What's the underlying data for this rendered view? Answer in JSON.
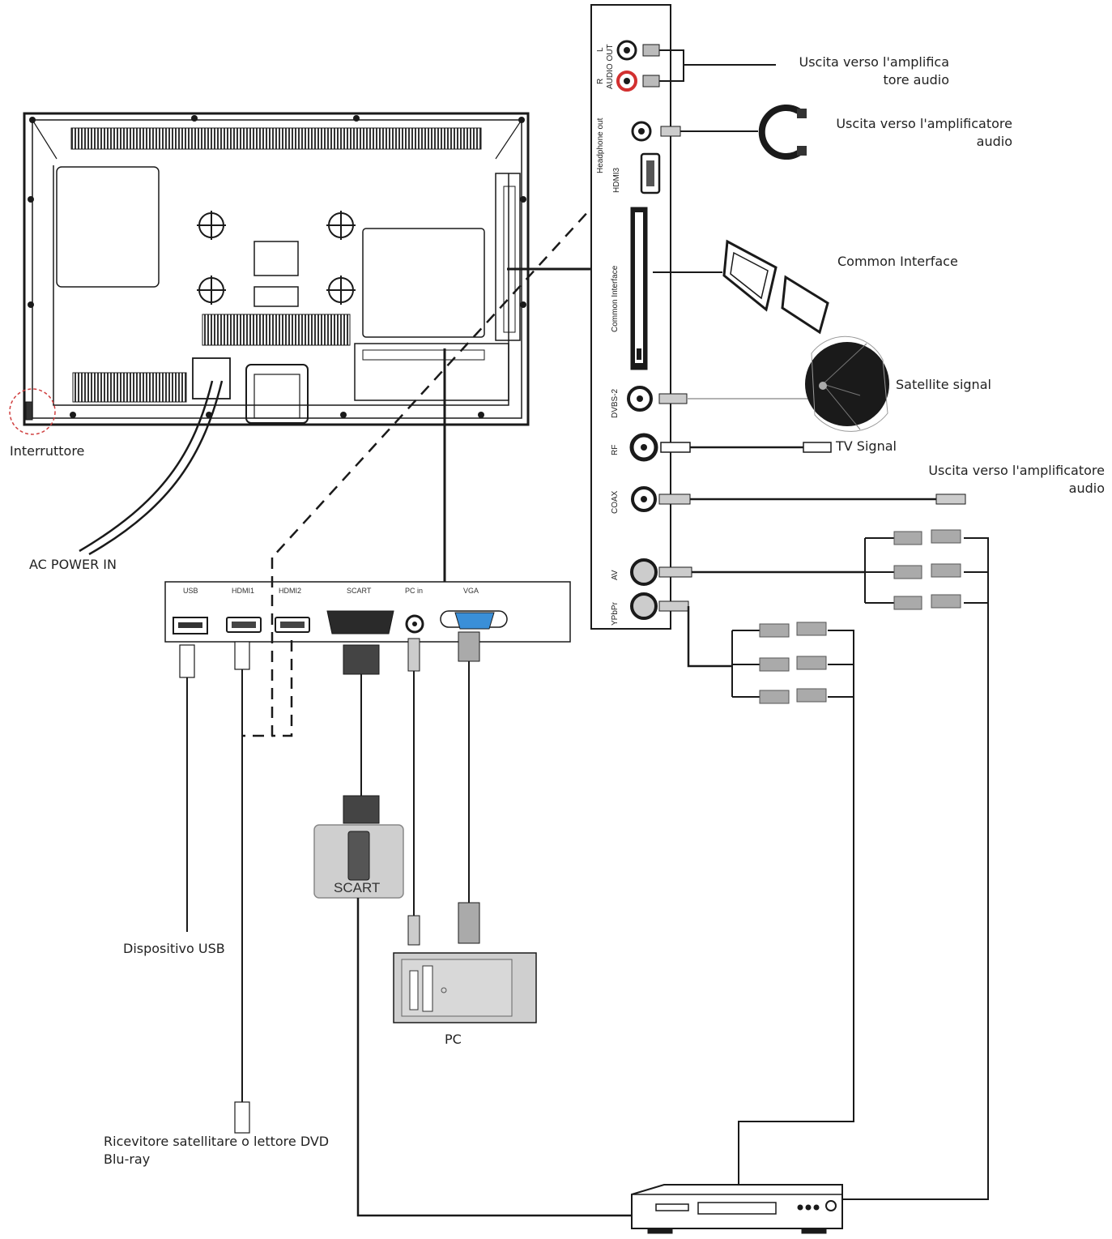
{
  "labels": {
    "audio_out_amp": [
      "Uscita verso l'amplifica",
      "tore audio"
    ],
    "headphone_amp": [
      "Uscita verso l'amplificatore",
      "audio"
    ],
    "common_interface": "Common Interface",
    "satellite": "Satellite signal",
    "tv_signal": "TV Signal",
    "coax_amp": [
      "Uscita verso l'amplificatore",
      "audio"
    ],
    "switch": "Interruttore",
    "ac_power": "AC POWER IN",
    "usb_device": "Dispositivo USB",
    "receiver": [
      "Ricevitore satellitare o lettore DVD",
      "Blu-ray"
    ],
    "pc": "PC",
    "scart_device": "SCART"
  },
  "side_panel_ports": [
    "AUDIO OUT",
    "R",
    "L",
    "Headphone out",
    "HDMI3",
    "Common Interface",
    "DVBS-2",
    "RF",
    "COAX",
    "AV",
    "YPbPr"
  ],
  "bottom_panel_ports": [
    "USB",
    "HDMI1",
    "HDMI2",
    "SCART",
    "PC in",
    "VGA"
  ],
  "colors": {
    "line": "#1a1a1a",
    "device_fill": "#cfcfcf",
    "vga_blue": "#3a8fd8",
    "red_jack": "#d23030",
    "switch_mark": "#d04040"
  }
}
